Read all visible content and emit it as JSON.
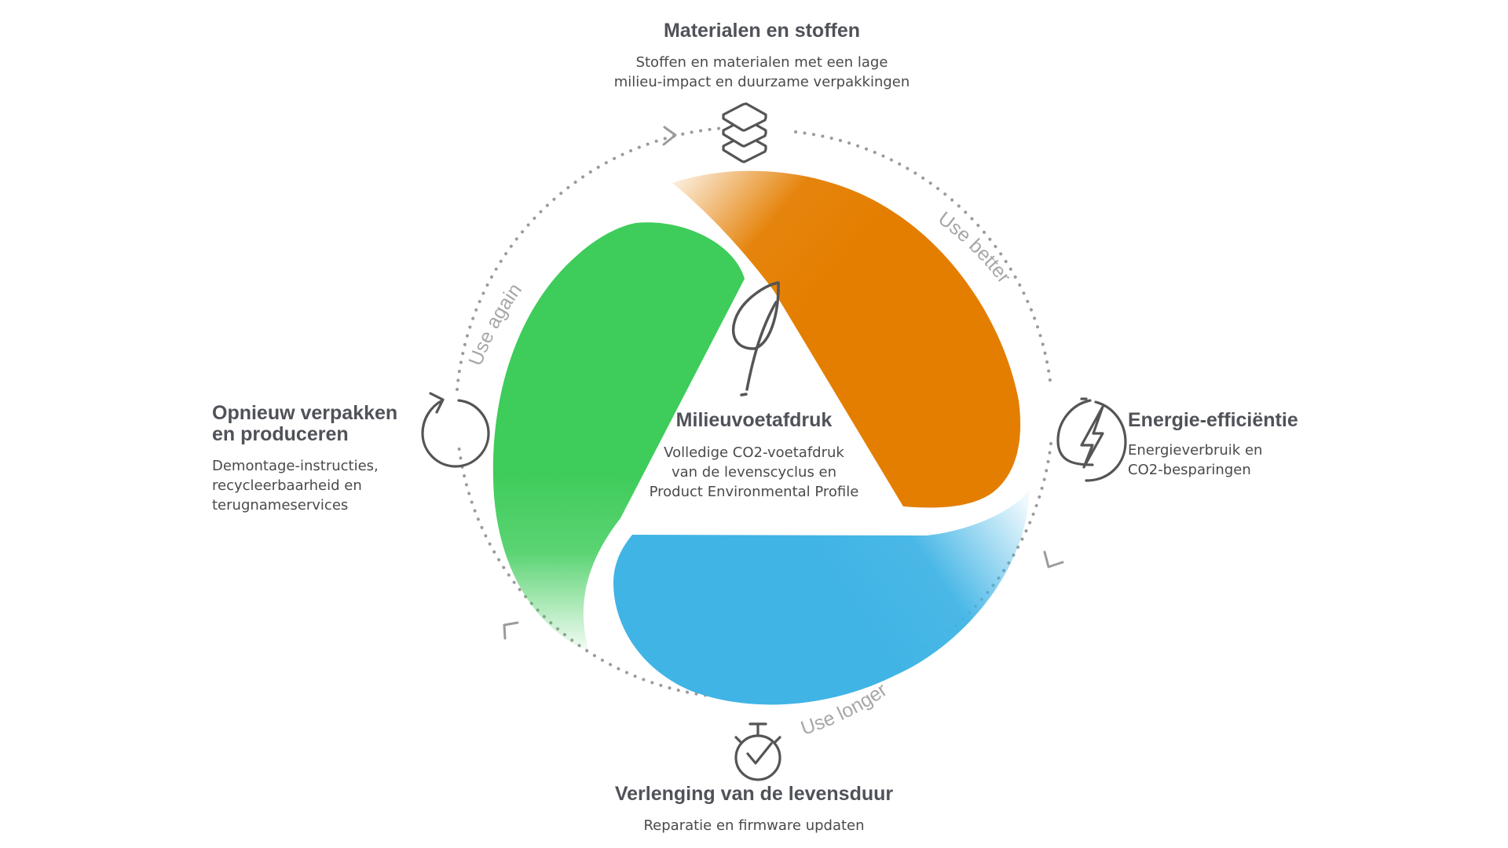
{
  "center": {
    "title": "Milieuvoetafdruk",
    "desc": [
      "Volledige CO2-voetafdruk",
      "van de levenscyclus en",
      "Product Environmental Profile"
    ],
    "icon": "leaf-icon"
  },
  "stages": {
    "top": {
      "title": "Materialen en stoffen",
      "desc": [
        "Stoffen en materialen met een lage",
        "milieu-impact en duurzame verpakkingen"
      ],
      "icon": "layers-icon"
    },
    "right": {
      "title": "Energie-efficiëntie",
      "desc": [
        "Energieverbruik en",
        "CO2-besparingen"
      ],
      "icon": "lightning-bolt-icon"
    },
    "bottom": {
      "title": "Verlenging van de levensduur",
      "desc": [
        "Reparatie en firmware updaten"
      ],
      "icon": "stopwatch-icon"
    },
    "left": {
      "title": [
        "Opnieuw verpakken",
        "en produceren"
      ],
      "desc": [
        "Demontage-instructies,",
        "recycleerbaarheid en",
        "terugnameservices"
      ],
      "icon": "refresh-icon"
    }
  },
  "arc_labels": {
    "use_better": "Use better",
    "use_longer": "Use longer",
    "use_again": "Use again"
  },
  "colors": {
    "orange": "#e47e00",
    "blue": "#40b4e5",
    "green": "#3ecc5a",
    "ring": "#9b9b9b",
    "icon": "#555555"
  }
}
